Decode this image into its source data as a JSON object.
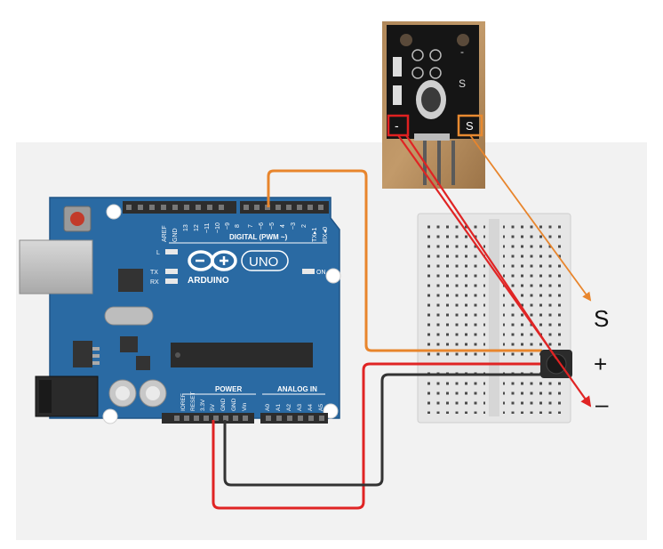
{
  "arduino": {
    "aref": "AREF",
    "gnd": "GND",
    "pin13": "13",
    "pin12": "12",
    "pin11": "~11",
    "pin10": "~10",
    "pin9": "~9",
    "pin8": "8",
    "pin7": "7",
    "pin6": "~6",
    "pin5": "~5",
    "pin4": "4",
    "pin3": "~3",
    "pin2": "2",
    "tx": "TX▸1",
    "rx": "RX◂0",
    "digital_label": "DIGITAL (PWM ~)",
    "l_label": "L",
    "tx_label": "TX",
    "rx_label": "RX",
    "on_label": "ON",
    "brand": "ARDUINO",
    "model": "UNO",
    "power_label": "POWER",
    "analog_label": "ANALOG IN",
    "power_pins": [
      "IOREF",
      "RESET",
      "3.3V",
      "5V",
      "GND",
      "GND",
      "Vin"
    ],
    "analog_pins": [
      "A0",
      "A1",
      "A2",
      "A3",
      "A4",
      "A5"
    ]
  },
  "sensor": {
    "minus_label": "-",
    "s_label": "S",
    "board_s_label": "S",
    "board_minus_label": "-"
  },
  "legend": {
    "signal": "S",
    "plus": "+",
    "minus": "–"
  },
  "colors": {
    "board": "#2a6aa3",
    "wire_signal": "#e8852c",
    "wire_power": "#e02424",
    "wire_ground": "#333333",
    "highlight_minus": "#e02020",
    "highlight_signal": "#e88a30",
    "workspace": "#f2f2f2"
  }
}
